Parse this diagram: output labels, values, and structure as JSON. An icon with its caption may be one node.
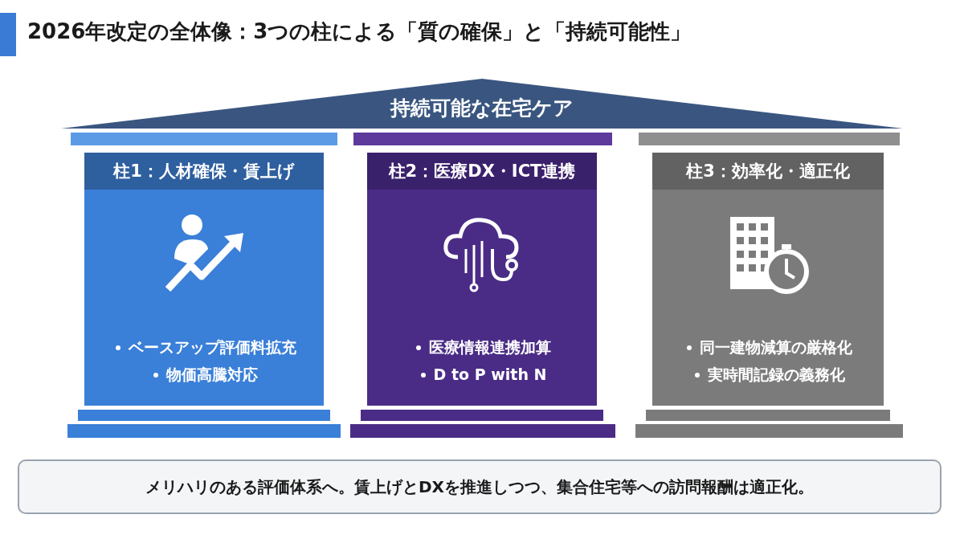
{
  "diagram": {
    "title": "2026年改定の全体像：3つの柱による「質の確保」と「持続可能性」",
    "nodes": [
      {
        "text": [
          "持続可能な在宅ケア"
        ]
      },
      {
        "text": [
          "柱1：人材確保・賃上げ",
          "ベースアップ評価料拡充",
          "物価高騰対応"
        ]
      },
      {
        "text": [
          "柱2：医療DX・ICT連携",
          "医療情報連携加算",
          "D to P with N"
        ]
      },
      {
        "text": [
          "柱3：効率化・適正化",
          "同一建物減算の厳格化",
          "実時間記録の義務化"
        ]
      },
      {
        "text": [
          "メリハリのある評価体系へ。賃上げとDXを推進しつつ、集合住宅等への訪問報酬は適正化。"
        ]
      }
    ],
    "edges": []
  }
}
